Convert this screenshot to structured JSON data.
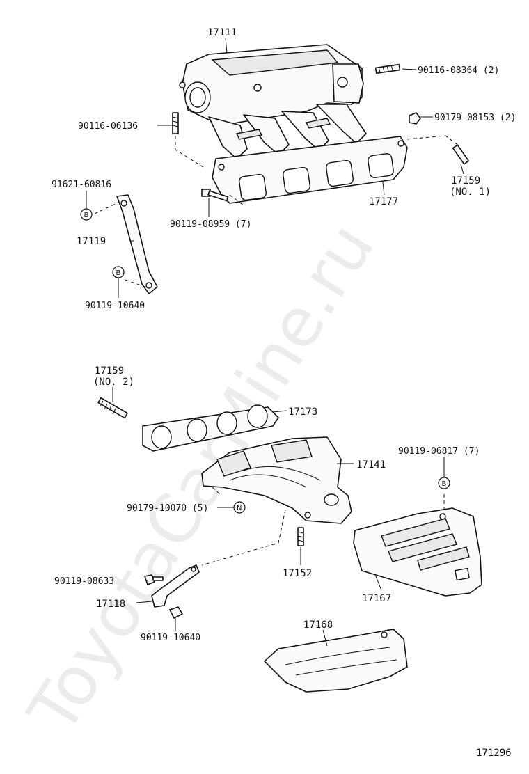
{
  "watermark": "ToyotaCarMine.ru",
  "figure_id": "171296",
  "labels": {
    "p17111": "17111",
    "p90116_08364": "90116-08364 (2)",
    "p90179_08153": "90179-08153 (2)",
    "p90116_06136": "90116-06136",
    "p17159_no1_num": "17159",
    "p17159_no1_tag": "(NO. 1)",
    "p91621_60816": "91621-60816",
    "p17177": "17177",
    "p90119_08959": "90119-08959 (7)",
    "p17119": "17119",
    "p90119_10640_top": "90119-10640",
    "p17159_no2_num": "17159",
    "p17159_no2_tag": "(NO. 2)",
    "p17173": "17173",
    "p17141": "17141",
    "p90119_06817": "90119-06817 (7)",
    "p90179_10070": "90179-10070 (5)",
    "p17152": "17152",
    "p90119_08633": "90119-08633",
    "p17118": "17118",
    "p17167": "17167",
    "p90119_10640_bot": "90119-10640",
    "p17168": "17168"
  },
  "badges": {
    "b": "B",
    "n": "N"
  }
}
